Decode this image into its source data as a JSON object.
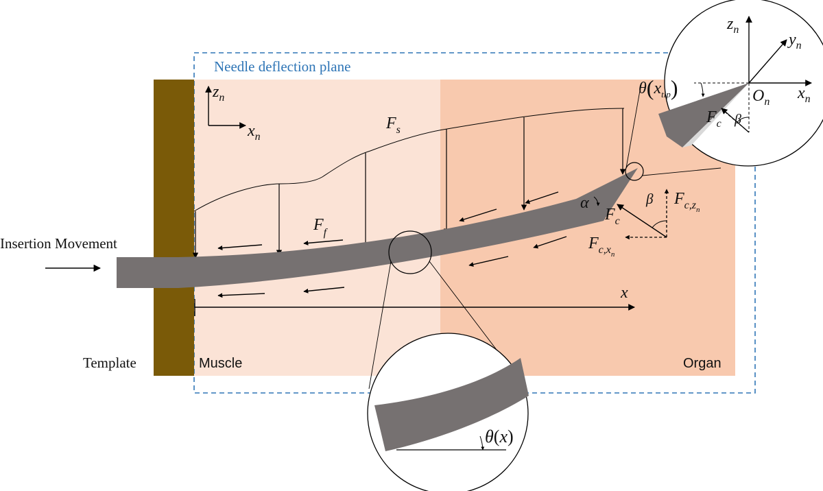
{
  "diagram": {
    "plane_label": "Needle deflection plane",
    "insertion_label": "Insertion Movement",
    "template_label": "Template",
    "muscle_label": "Muscle",
    "organ_label": "Organ",
    "axis_zn": "z",
    "axis_xn": "x",
    "axis_yn": "y",
    "axis_sub_n": "n",
    "origin_label": "O",
    "x_axis_label": "x",
    "force_fs_main": "F",
    "force_fs_sub": "s",
    "force_ff_main": "F",
    "force_ff_sub": "f",
    "force_fc_main": "F",
    "force_fc_sub": "c",
    "force_fczn_sub": "c,z",
    "force_fcxn_sub": "c,x",
    "alpha": "α",
    "beta": "β",
    "theta": "θ",
    "theta_tip_sub": "tip",
    "theta_x_arg": "x",
    "paren_open": "(",
    "paren_close": ")"
  },
  "colors": {
    "muscle_fill": "#fbe3d6",
    "organ_fill": "#f8c9ae",
    "template_fill": "#7a5a08",
    "needle_fill": "#767171",
    "plane_border": "#2e75b6",
    "plane_label": "#2e75b6"
  }
}
